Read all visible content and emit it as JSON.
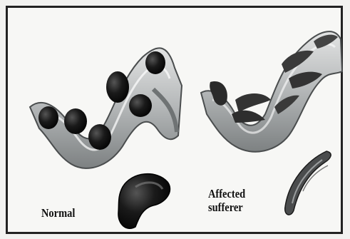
{
  "labels": {
    "normal": "Normal",
    "affected_line1": "Affected",
    "affected_line2": "sufferer"
  },
  "colors": {
    "vessel_wall": "#b9bcbd",
    "vessel_wall_dark": "#7b7f80",
    "cell": "#141414",
    "border": "#222222"
  }
}
